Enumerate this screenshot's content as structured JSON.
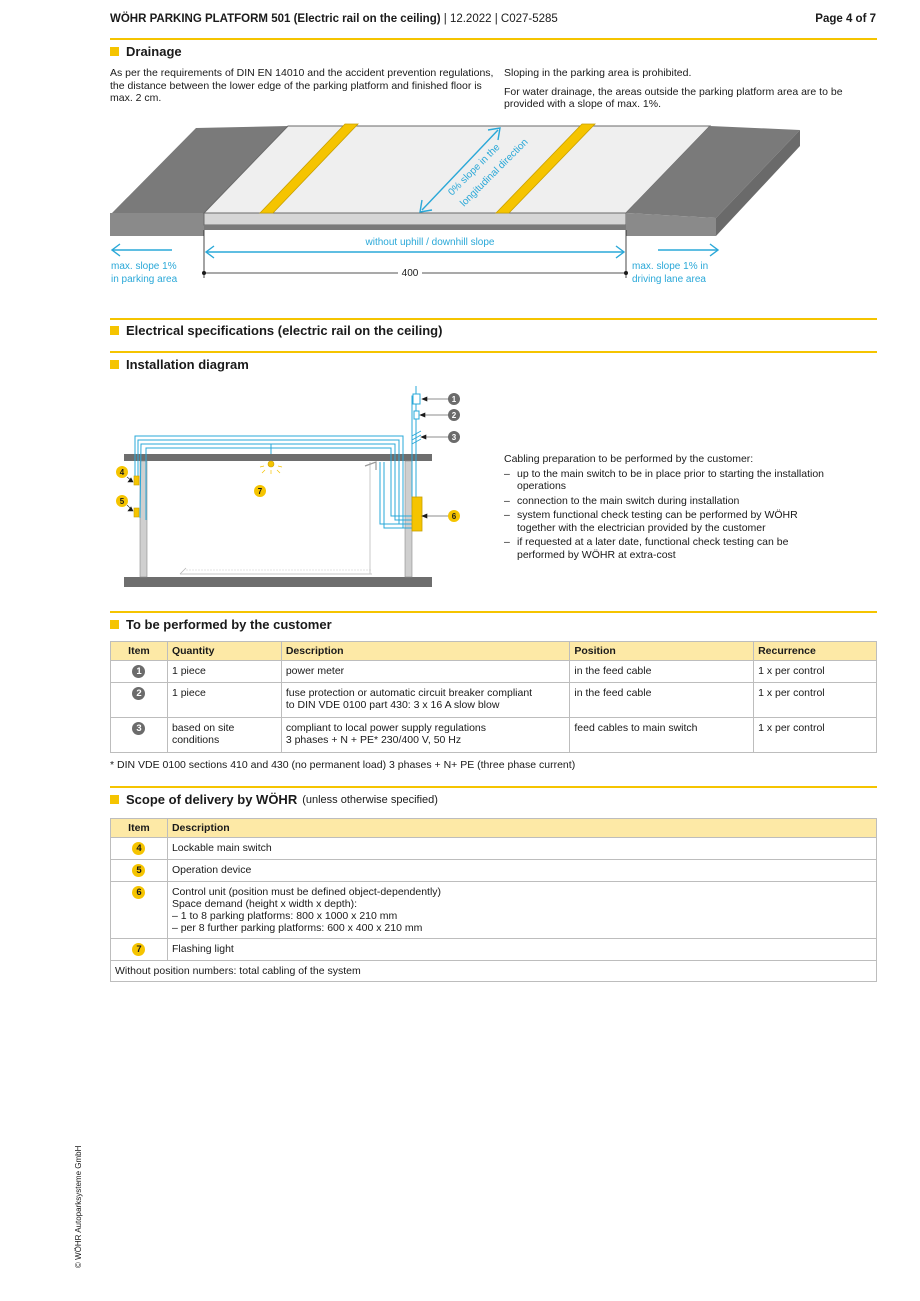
{
  "header": {
    "doc_title": "WÖHR PARKING PLATFORM 501 (Electric rail on the ceiling)",
    "doc_meta": " | 12.2022 | C027-5285",
    "page": "Page 4 of 7"
  },
  "drainage": {
    "title": "Drainage",
    "left_text": "As per the requirements of DIN EN 14010 and the accident prevention regulations, the distance between the lower edge of the parking platform and finished floor is max. 2 cm.",
    "right_text_1": "Sloping in the parking area is prohibited.",
    "right_text_2": "For water drainage, the areas outside the parking platform area are to be provided with a slope of max. 1%.",
    "diagram": {
      "slope_label_1": "0% slope in the",
      "slope_label_2": "longitudinal direction",
      "horizontal_label": "without uphill / downhill slope",
      "dimension": "400",
      "left_label_1": "max. slope 1%",
      "left_label_2": "in parking area",
      "right_label_1": "max. slope 1% in",
      "right_label_2": "driving lane area"
    }
  },
  "electrical": {
    "title": "Electrical specifications (electric rail on the ceiling)"
  },
  "installation": {
    "title": "Installation diagram",
    "markers": [
      "1",
      "2",
      "3",
      "4",
      "5",
      "6",
      "7"
    ],
    "cabling_intro": "Cabling preparation to be performed by the customer:",
    "cabling_items": [
      "up to the main switch to be in place prior to starting the installation operations",
      "connection to the main switch during installation",
      "system functional check testing can be performed by WÖHR together with the electrician provided by the customer",
      "if requested at a later date, functional check testing can be performed by WÖHR at extra-cost"
    ]
  },
  "customer": {
    "title": "To be performed by the customer",
    "headers": [
      "Item",
      "Quantity",
      "Description",
      "Position",
      "Recurrence"
    ],
    "rows": [
      {
        "item": "1",
        "quantity": "1 piece",
        "desc1": "power meter",
        "desc2": "",
        "position": "in the feed cable",
        "recurrence": "1 x per control"
      },
      {
        "item": "2",
        "quantity": "1 piece",
        "desc1": "fuse protection or automatic circuit breaker compliant",
        "desc2": "to DIN VDE 0100 part 430: 3 x 16 A slow blow",
        "position": "in the feed cable",
        "recurrence": "1 x per control"
      },
      {
        "item": "3",
        "quantity": "based on site conditions",
        "desc1": "compliant to local power supply regulations",
        "desc2": "3 phases + N + PE* 230/400 V, 50 Hz",
        "position": "feed cables to main switch",
        "recurrence": "1 x per control"
      }
    ],
    "footnote": "* DIN VDE 0100 sections 410 and 430 (no permanent load) 3 phases + N+ PE (three phase current)"
  },
  "scope": {
    "title": "Scope of delivery by WÖHR",
    "subtitle": "(unless otherwise specified)",
    "headers": [
      "Item",
      "Description"
    ],
    "rows": [
      {
        "item": "4",
        "lines": [
          "Lockable main switch"
        ]
      },
      {
        "item": "5",
        "lines": [
          "Operation device"
        ]
      },
      {
        "item": "6",
        "lines": [
          "Control unit (position must be defined object-dependently)",
          "Space demand (height x width x depth):",
          "– 1 to 8 parking platforms: 800 x 1000 x 210 mm",
          "– per 8 further parking platforms: 600 x 400 x 210 mm"
        ]
      },
      {
        "item": "7",
        "lines": [
          "Flashing light"
        ]
      }
    ],
    "footer_row": "Without position numbers: total cabling of the system"
  },
  "side_copyright": "© WÖHR Autoparksysteme GmbH",
  "colors": {
    "accent": "#f5c400",
    "diagram_blue": "#2aa8d8",
    "header_fill": "#fde9a6"
  }
}
